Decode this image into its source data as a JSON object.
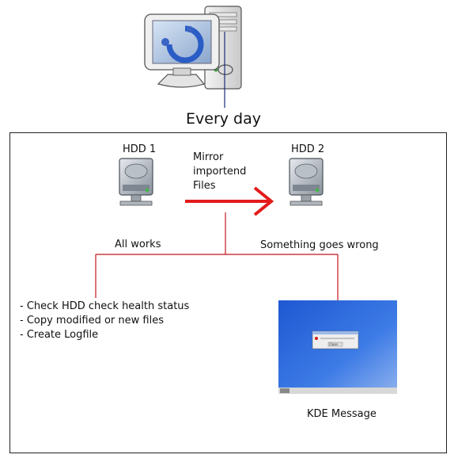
{
  "title": "Every day",
  "hdd1_label": "HDD 1",
  "hdd2_label": "HDD 2",
  "mirror_lines": [
    "Mirror",
    "importend",
    "Files"
  ],
  "branch_left_label": "All works",
  "branch_right_label": "Something goes wrong",
  "tasks": [
    "- Check HDD check health status",
    "- Copy modified or new files",
    "- Create Logfile"
  ],
  "message_caption": "KDE Message",
  "dialog_button": "Close",
  "colors": {
    "arrow": "#e31b1b",
    "connector": "#c0161b",
    "desktop_blue": "#2a64d8"
  },
  "icons": [
    "computer-icon",
    "hard-drive-icon",
    "kde-gear-icon"
  ]
}
